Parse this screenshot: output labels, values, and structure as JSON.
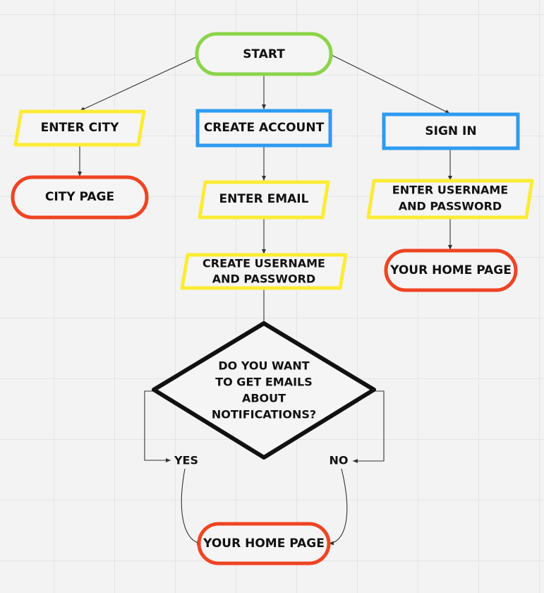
{
  "nodes": {
    "start": "START",
    "enter_city": "ENTER CITY",
    "city_page": "CITY PAGE",
    "create_account": "CREATE ACCOUNT",
    "enter_email": "ENTER EMAIL",
    "create_credentials": [
      "CREATE USERNAME",
      "AND PASSWORD"
    ],
    "sign_in": "SIGN IN",
    "enter_credentials": [
      "ENTER USERNAME",
      "AND PASSWORD"
    ],
    "home_page_signin": "YOUR HOME PAGE",
    "decision": [
      "DO YOU WANT",
      "TO GET EMAILS",
      "ABOUT",
      "NOTIFICATIONS?"
    ],
    "home_page_signup": "YOUR HOME PAGE"
  },
  "branches": {
    "yes": "YES",
    "no": "NO"
  },
  "colors": {
    "start": "#8cd44a",
    "process": "#2e9bf0",
    "input": "#fbec35",
    "terminal": "#ef4423",
    "decision": "#111111"
  }
}
